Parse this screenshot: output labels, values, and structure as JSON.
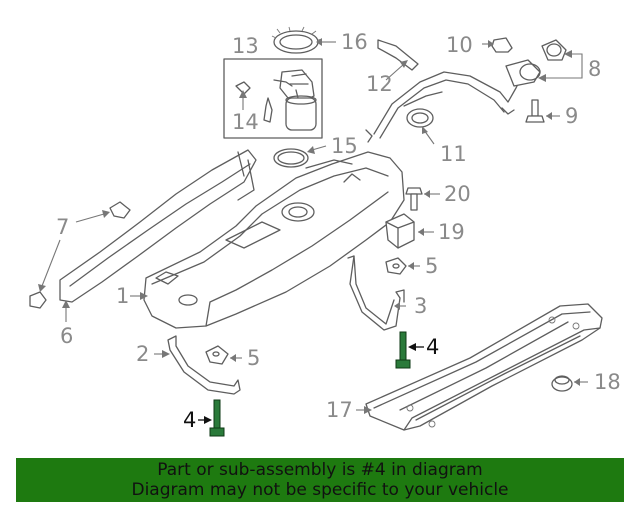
{
  "callouts": {
    "c1": "1",
    "c2": "2",
    "c3": "3",
    "c4a": "4",
    "c4b": "4",
    "c5a": "5",
    "c5b": "5",
    "c6": "6",
    "c7": "7",
    "c8": "8",
    "c9": "9",
    "c10": "10",
    "c11": "11",
    "c12": "12",
    "c13": "13",
    "c14": "14",
    "c15": "15",
    "c16": "16",
    "c17": "17",
    "c18": "18",
    "c19": "19",
    "c20": "20"
  },
  "highlighted_part": "4",
  "colors": {
    "highlight_part": "#2a7a3a",
    "banner_bg": "#1e7a10",
    "label_gray": "#8a8a8a"
  },
  "banner": {
    "line1": "Part or sub-assembly is #4 in diagram",
    "line2": "Diagram may not be specific to your vehicle"
  }
}
